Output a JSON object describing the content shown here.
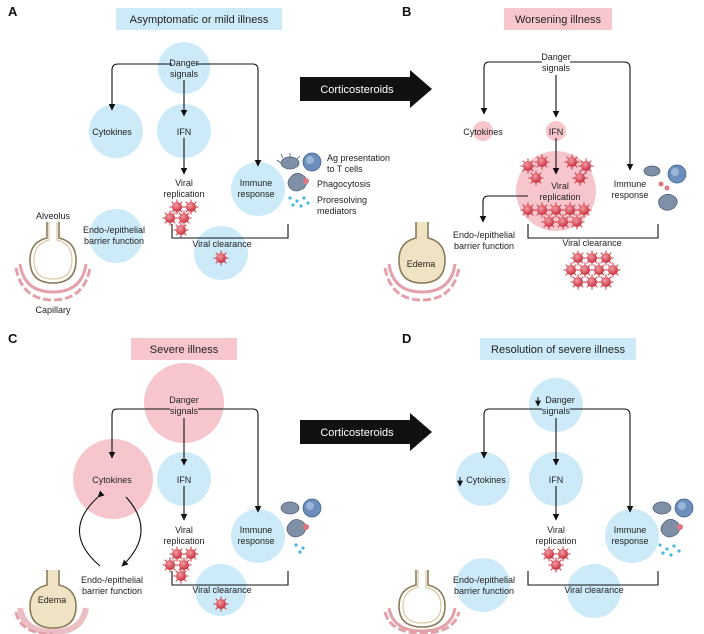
{
  "panels": {
    "A": {
      "letter": "A",
      "title": "Asymptomatic or mild illness",
      "danger": [
        "Danger",
        "signals"
      ],
      "cytokines": "Cytokines",
      "ifn": "IFN",
      "viral_replication": [
        "Viral",
        "replication"
      ],
      "immune_response": [
        "Immune",
        "response"
      ],
      "ag_presentation": [
        "Ag presentation",
        "to T cells"
      ],
      "phagocytosis": "Phagocytosis",
      "proresolving": [
        "Proresolving",
        "mediators"
      ],
      "alveolus": "Alveolus",
      "capillary": "Capillary",
      "barrier": [
        "Endo-/epithelial",
        "barrier function"
      ],
      "viral_clearance": "Viral clearance"
    },
    "B": {
      "letter": "B",
      "title": "Worsening illness",
      "danger": [
        "Danger",
        "signals"
      ],
      "cytokines": "Cytokines",
      "ifn": "IFN",
      "viral_replication": [
        "Viral",
        "replication"
      ],
      "immune_response": [
        "Immune",
        "response"
      ],
      "barrier": [
        "Endo-/epithelial",
        "barrier function"
      ],
      "edema": "Edema",
      "viral_clearance": "Viral clearance"
    },
    "C": {
      "letter": "C",
      "title": "Severe illness",
      "danger": [
        "Danger",
        "signals"
      ],
      "cytokines": "Cytokines",
      "ifn": "IFN",
      "viral_replication": [
        "Viral",
        "replication"
      ],
      "immune_response": [
        "Immune",
        "response"
      ],
      "barrier": [
        "Endo-/epithelial",
        "barrier function"
      ],
      "edema": "Edema",
      "viral_clearance": "Viral clearance"
    },
    "D": {
      "letter": "D",
      "title": "Resolution of severe illness",
      "danger": [
        "Danger",
        "signals"
      ],
      "cytokines": "Cytokines",
      "ifn": "IFN",
      "viral_replication": [
        "Viral",
        "replication"
      ],
      "immune_response": [
        "Immune",
        "response"
      ],
      "barrier": [
        "Endo-/epithelial",
        "barrier function"
      ],
      "viral_clearance": "Viral clearance"
    }
  },
  "arrows": {
    "top": "Corticosteroids",
    "bottom": "Corticosteroids"
  },
  "colors": {
    "blue_bubble": "#cdeaf8",
    "pink_bubble": "#f7c6cc",
    "virus": "#d9434f",
    "arrow_fill": "#111111"
  }
}
